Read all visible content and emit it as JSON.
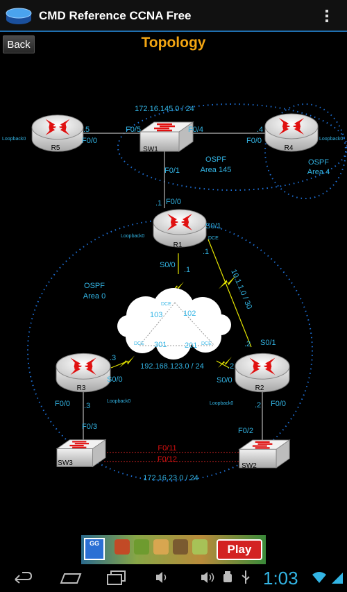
{
  "app": {
    "title": "CMD Reference CCNA Free"
  },
  "nav": {
    "back_label": "Back",
    "page_title": "Topology"
  },
  "topology": {
    "networks": {
      "top": "172.16.145.0 / 24",
      "serial_r1_r2": "10.1.1.0 / 30",
      "cloud": "192.168.123.0 / 24",
      "bottom": "172.16.23.0 / 24"
    },
    "areas": {
      "area145": [
        "OSPF",
        "Area 145"
      ],
      "area4": [
        "OSPF",
        "Area 4"
      ],
      "area0": [
        "OSPF",
        "Area 0"
      ]
    },
    "devices": {
      "r1": "R1",
      "r2": "R2",
      "r3": "R3",
      "r4": "R4",
      "r5": "R5",
      "sw1": "SW1",
      "sw2": "SW2",
      "sw3": "SW3"
    },
    "loopback": "Loopback0",
    "dce": "DCE",
    "dlci": {
      "r1": "103",
      "r1b": "102",
      "r3": "301",
      "r2": "201"
    },
    "interfaces": {
      "r5_f00": "F0/0",
      "r5_addr": ".5",
      "sw1_f05": "F0/5",
      "sw1_f04": "F0/4",
      "sw1_f01": "F0/1",
      "r4_f00": "F0/0",
      "r4_addr": ".4",
      "r1_f00": "F0/0",
      "r1_addr_top": ".1",
      "r1_s01": "S0/1",
      "r1_s01_addr": ".1",
      "r1_s00": "S0/0",
      "r1_s00_addr": ".1",
      "r2_s01": "S0/1",
      "r2_s01_addr": ".2",
      "r2_s00": "S0/0",
      "r2_s00_addr": ".2",
      "r2_f00": "F0/0",
      "r2_f00_addr": ".2",
      "r3_s00": "S0/0",
      "r3_s00_addr": ".3",
      "r3_f00": "F0/0",
      "r3_f00_addr": ".3",
      "sw3_f03": "F0/3",
      "sw2_f02": "F0/2",
      "trunk1": "F0/11",
      "trunk2": "F0/12"
    }
  },
  "ad": {
    "logo": "GG",
    "cta": "Play"
  },
  "system": {
    "clock": "1:03"
  },
  "colors": {
    "accent": "#33b5e5",
    "title": "#f3a512",
    "router_red": "#e01010",
    "serial": "#e6e600",
    "trunk": "#cc2222"
  }
}
